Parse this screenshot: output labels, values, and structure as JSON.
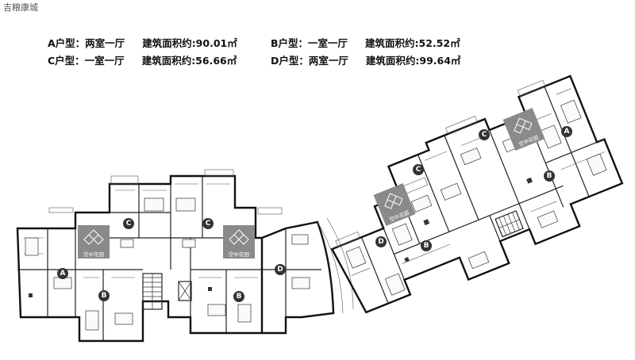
{
  "watermark": "吉粮康城",
  "legend": {
    "a": {
      "type": "A户型：两室一厅",
      "area": "建筑面积约:90.01㎡"
    },
    "b": {
      "type": "B户型：一室一厅",
      "area": "建筑面积约:52.52㎡"
    },
    "c": {
      "type": "C户型：一室一厅",
      "area": "建筑面积约:56.66㎡"
    },
    "d": {
      "type": "D户型：两室一厅",
      "area": "建筑面积约:99.64㎡"
    }
  },
  "garden_label": "空中花园",
  "units": {
    "a": "A",
    "b": "B",
    "c": "C",
    "d": "D"
  },
  "colors": {
    "wall": "#222222",
    "marker": "#333333",
    "garden": "#8a8a8a"
  }
}
